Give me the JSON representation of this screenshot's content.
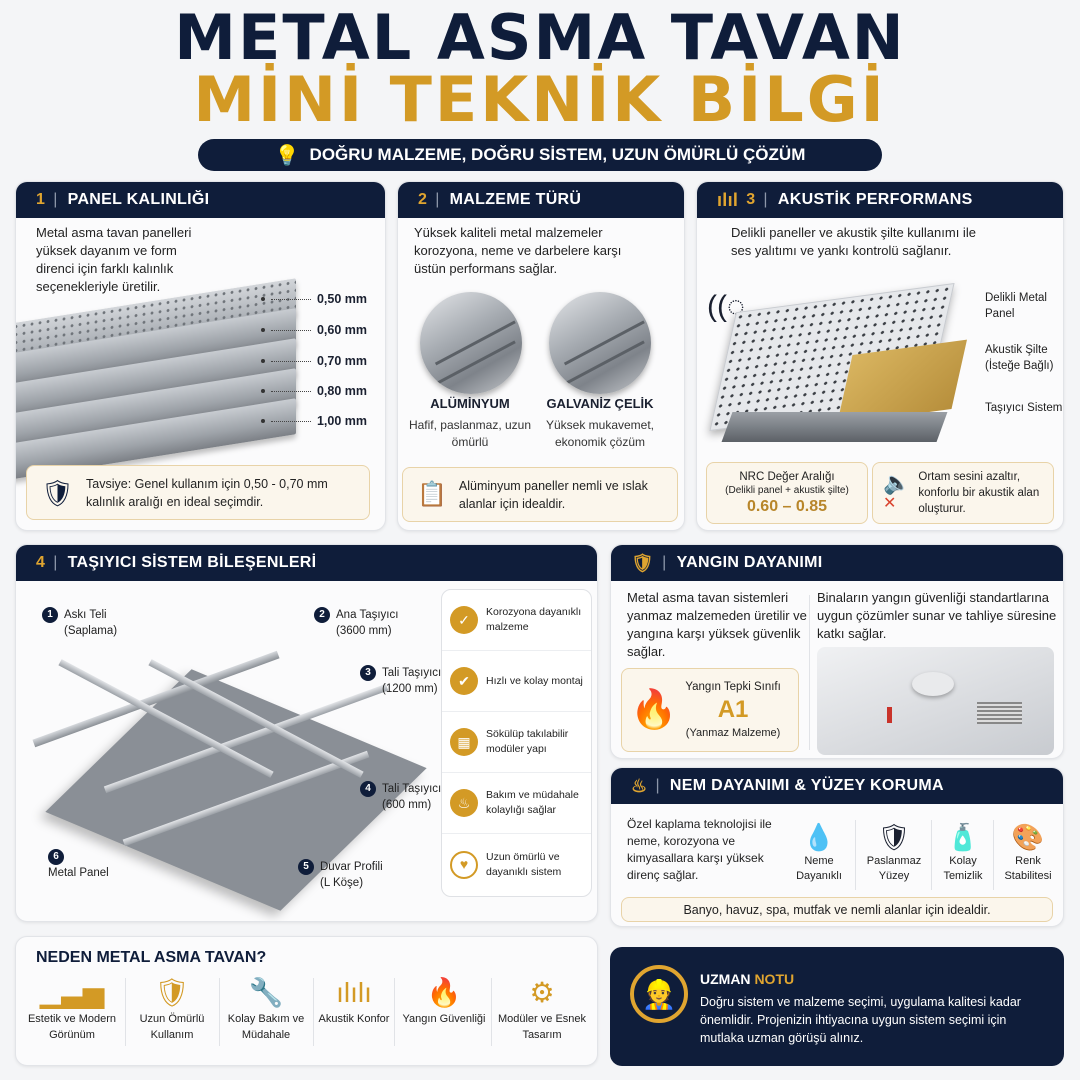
{
  "header": {
    "title_line1": "METAL ASMA TAVAN",
    "title_line2": "MİNİ TEKNİK BİLGİ",
    "subtitle": "DOĞRU MALZEME, DOĞRU SİSTEM, UZUN ÖMÜRLÜ ÇÖZÜM",
    "subtitle_icon": "lightbulb-icon"
  },
  "colors": {
    "navy": "#0f1d3a",
    "gold": "#d39a25",
    "background": "#f4f5f7"
  },
  "panel_thickness": {
    "number": "1",
    "title": "PANEL KALINLIĞI",
    "description": "Metal asma tavan panelleri yüksek dayanım ve form direnci için farklı kalınlık seçenekleriyle üretilir.",
    "thicknesses": [
      "0,50 mm",
      "0,60 mm",
      "0,70 mm",
      "0,80 mm",
      "1,00 mm"
    ],
    "tip": "Tavsiye: Genel kullanım için 0,50 - 0,70 mm kalınlık aralığı en ideal seçimdir.",
    "tip_icon": "shield-check-icon"
  },
  "material_type": {
    "number": "2",
    "title": "MALZEME TÜRÜ",
    "description": "Yüksek kaliteli metal malzemeler korozyona, neme ve darbelere karşı üstün performans sağlar.",
    "materials": [
      {
        "name": "ALÜMİNYUM",
        "desc": "Hafif, paslanmaz, uzun ömürlü"
      },
      {
        "name": "GALVANİZ ÇELİK",
        "desc": "Yüksek mukavemet, ekonomik çözüm"
      }
    ],
    "note": "Alüminyum paneller nemli ve ıslak alanlar için idealdir.",
    "note_icon": "clipboard-icon"
  },
  "acoustic": {
    "number": "3",
    "title": "AKUSTİK PERFORMANS",
    "head_icon": "sound-wave-icon",
    "description": "Delikli paneller ve akustik şilte kullanımı ile ses yalıtımı ve yankı kontrolü sağlanır.",
    "labels": [
      "Delikli Metal Panel",
      "Akustik Şilte (İsteğe Bağlı)",
      "Taşıyıcı Sistem"
    ],
    "nrc_title": "NRC Değer Aralığı",
    "nrc_sub": "(Delikli panel + akustik şilte)",
    "nrc_value": "0.60 – 0.85",
    "benefit": "Ortam sesini azaltır, konforlu bir akustik alan oluşturur.",
    "benefit_icon": "speaker-mute-icon"
  },
  "carrier_system": {
    "number": "4",
    "title": "TAŞIYICI SİSTEM BİLEŞENLERİ",
    "components": [
      {
        "n": "1",
        "name": "Askı Teli",
        "detail": "(Saplama)"
      },
      {
        "n": "2",
        "name": "Ana Taşıyıcı",
        "detail": "(3600 mm)"
      },
      {
        "n": "3",
        "name": "Tali Taşıyıcı",
        "detail": "(1200 mm)"
      },
      {
        "n": "4",
        "name": "Tali Taşıyıcı",
        "detail": "(600 mm)"
      },
      {
        "n": "5",
        "name": "Duvar Profili",
        "detail": "(L Köşe)"
      },
      {
        "n": "6",
        "name": "Metal Panel",
        "detail": ""
      }
    ],
    "features": [
      "Korozyona dayanıklı malzeme",
      "Hızlı ve kolay montaj",
      "Sökülüp takılabilir modüler yapı",
      "Bakım ve müdahale kolaylığı sağlar",
      "Uzun ömürlü ve dayanıklı sistem"
    ]
  },
  "fire": {
    "title": "YANGIN DAYANIMI",
    "head_icon": "shield-check-icon",
    "text_left": "Metal asma tavan sistemleri yanmaz malzemeden üretilir ve yangına karşı yüksek güvenlik sağlar.",
    "text_right": "Binaların yangın güvenliği standartlarına uygun çözümler sunar ve tahliye süresine katkı sağlar.",
    "class_title": "Yangın Tepki Sınıfı",
    "class_value": "A1",
    "class_sub": "(Yanmaz Malzeme)"
  },
  "moisture": {
    "title": "NEM DAYANIMI & YÜZEY KORUMA",
    "head_icon": "flame-drop-icon",
    "description": "Özel kaplama teknolojisi ile neme, korozyona ve kimyasallara karşı yüksek direnç sağlar.",
    "items": [
      {
        "label": "Neme Dayanıklı",
        "icon": "water-drop-icon"
      },
      {
        "label": "Paslanmaz Yüzey",
        "icon": "shield-check-icon"
      },
      {
        "label": "Kolay Temizlik",
        "icon": "spray-bottle-icon"
      },
      {
        "label": "Renk Stabilitesi",
        "icon": "palette-icon"
      }
    ],
    "footer": "Banyo, havuz, spa, mutfak ve nemli alanlar için idealdir."
  },
  "why": {
    "title": "NEDEN METAL ASMA TAVAN?",
    "items": [
      {
        "label": "Estetik ve Modern Görünüm",
        "icon": "bar-chart-icon"
      },
      {
        "label": "Uzun Ömürlü Kullanım",
        "icon": "shield-check-icon"
      },
      {
        "label": "Kolay Bakım ve Müdahale",
        "icon": "tools-icon"
      },
      {
        "label": "Akustik Konfor",
        "icon": "sound-wave-icon"
      },
      {
        "label": "Yangın Güvenliği",
        "icon": "flame-icon"
      },
      {
        "label": "Modüler ve Esnek Tasarım",
        "icon": "gear-icon"
      }
    ]
  },
  "expert": {
    "title_a": "UZMAN",
    "title_b": "NOTU",
    "text": "Doğru sistem ve malzeme seçimi, uygulama kalitesi kadar önemlidir. Projenizin ihtiyacına uygun sistem seçimi için mutlaka uzman görüşü alınız.",
    "icon": "engineer-helmet-icon"
  }
}
